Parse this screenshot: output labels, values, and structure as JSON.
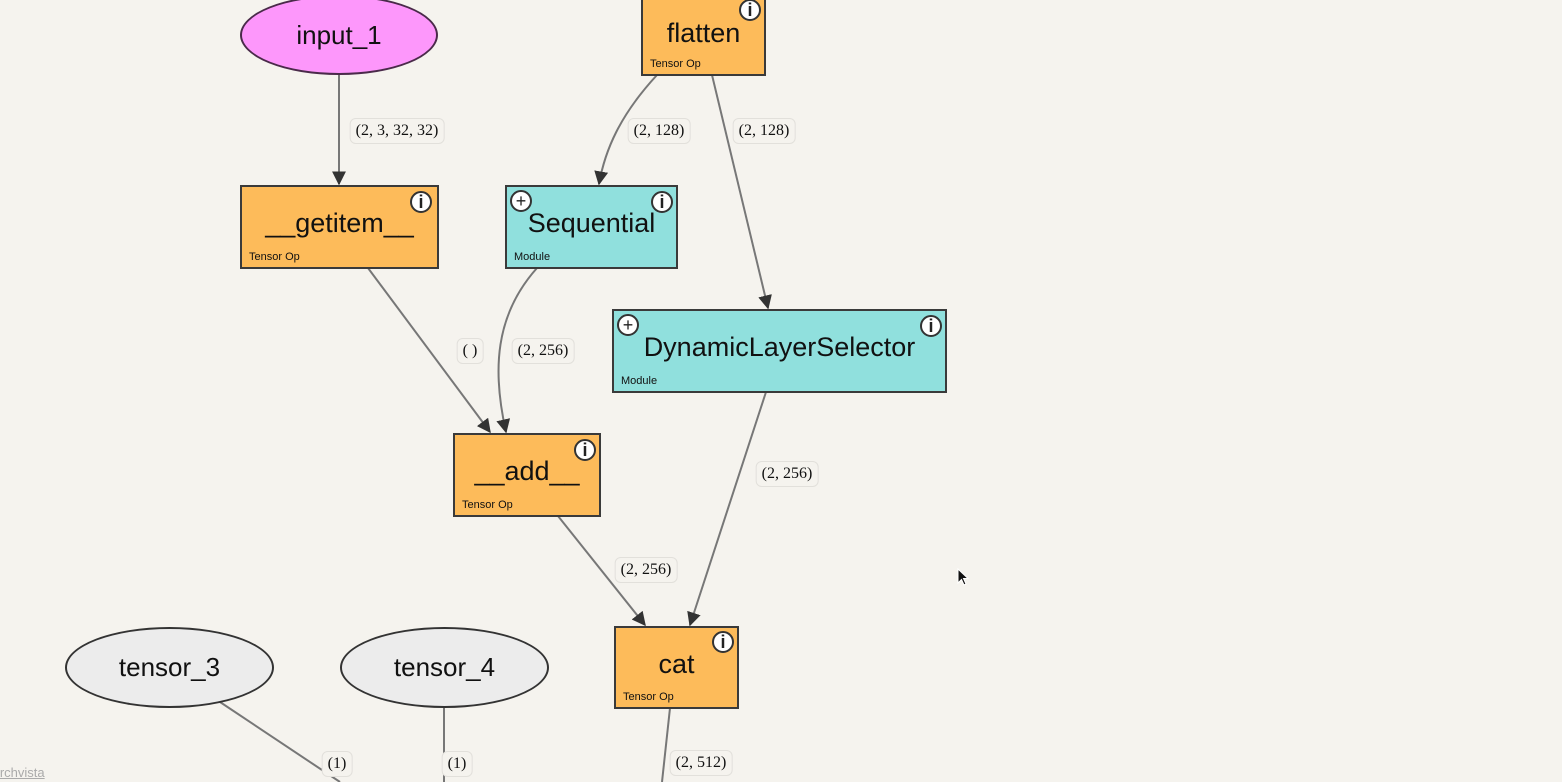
{
  "nodes": {
    "input_1": {
      "label": "input_1"
    },
    "flatten": {
      "label": "flatten",
      "type": "Tensor Op"
    },
    "getitem": {
      "label": "__getitem__",
      "type": "Tensor Op"
    },
    "sequential": {
      "label": "Sequential",
      "type": "Module"
    },
    "dynamic": {
      "label": "DynamicLayerSelector",
      "type": "Module"
    },
    "add": {
      "label": "__add__",
      "type": "Tensor Op"
    },
    "cat": {
      "label": "cat",
      "type": "Tensor Op"
    },
    "tensor_3": {
      "label": "tensor_3"
    },
    "tensor_4": {
      "label": "tensor_4"
    }
  },
  "icons": {
    "info": "i",
    "expand": "+"
  },
  "edge_labels": {
    "input_getitem": "(2, 3, 32, 32)",
    "flatten_sequential": "(2, 128)",
    "flatten_dynamic": "(2, 128)",
    "getitem_add": "( )",
    "sequential_add": "(2, 256)",
    "dynamic_cat": "(2, 256)",
    "add_cat": "(2, 256)",
    "tensor3_out": "(1)",
    "tensor4_out": "(1)",
    "cat_out": "(2, 512)"
  },
  "colors": {
    "tensor_op": "#fdbb5a",
    "module": "#90e0dd",
    "input": "#fd97fb",
    "tensor": "#ececec",
    "background": "#f5f3ee"
  },
  "brand": "torchvista"
}
